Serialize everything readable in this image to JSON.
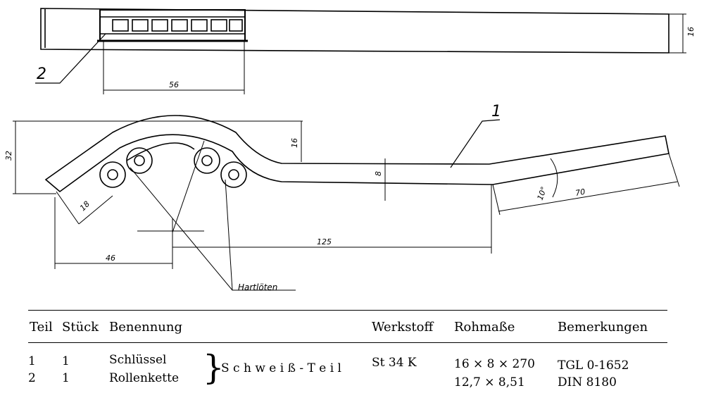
{
  "drawing": {
    "part_labels": [
      "1",
      "2"
    ],
    "dimensions": {
      "d56": "56",
      "d16_top": "16",
      "d32": "32",
      "d16": "16",
      "d8": "8",
      "d18": "18",
      "d46": "46",
      "d125": "125",
      "d10deg": "10°",
      "d70": "70"
    },
    "note_brazing": "Hartlöten"
  },
  "table": {
    "headers": {
      "teil": "Teil",
      "stueck": "Stück",
      "benennung": "Benennung",
      "werkstoff": "Werkstoff",
      "rohmasse": "Rohmaße",
      "bemerkungen": "Bemerkungen"
    },
    "rows": [
      {
        "teil": "1",
        "stueck": "1",
        "benennung": "Schlüssel",
        "werkstoff": "St 34 K",
        "rohmasse": "16 ⨯ 8 ⨯ 270",
        "bemerkung": "TGL 0-1652"
      },
      {
        "teil": "2",
        "stueck": "1",
        "benennung": "Rollenkette",
        "werkstoff": "",
        "rohmasse": "12,7 ⨯ 8,51",
        "bemerkung": "DIN 8180"
      }
    ],
    "group_label": "S c h w e i ß - T e i l"
  }
}
